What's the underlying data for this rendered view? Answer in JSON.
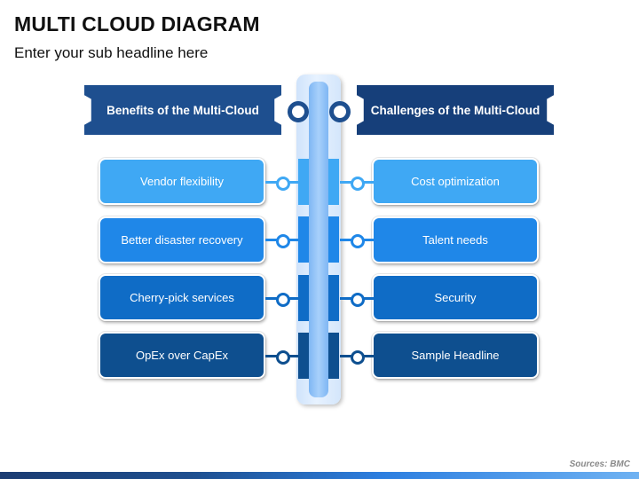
{
  "title": "MULTI CLOUD DIAGRAM",
  "subtitle": "Enter your sub headline here",
  "left_header": "Benefits of the Multi-Cloud",
  "right_header": "Challenges of the Multi-Cloud",
  "left_items": [
    "Vendor flexibility",
    "Better disaster recovery",
    "Cherry-pick services",
    "OpEx over CapEx"
  ],
  "right_items": [
    "Cost optimization",
    "Talent needs",
    "Security",
    "Sample Headline"
  ],
  "source": "Sources: BMC",
  "colors": {
    "row1": "#3fa8f4",
    "row2": "#1f87e8",
    "row3": "#0f6cc6",
    "row4": "#0e4f8f",
    "header_left": "#1e4f8f",
    "header_right": "#163f7a"
  }
}
